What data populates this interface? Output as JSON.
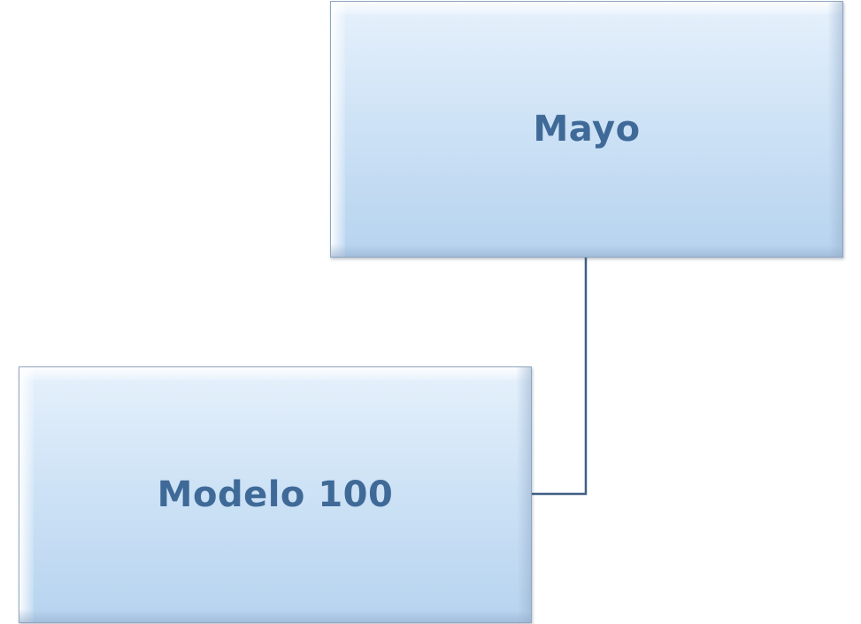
{
  "diagram": {
    "nodes": [
      {
        "id": "top",
        "label": "Mayo"
      },
      {
        "id": "bottom",
        "label": "Modelo 100"
      }
    ],
    "edges": [
      {
        "from": "top",
        "to": "bottom"
      }
    ],
    "colors": {
      "text": "#3f6a98",
      "connector": "#3f5f85",
      "fill_light": "#e6f1fc",
      "fill_dark": "#b6d3ef"
    }
  }
}
